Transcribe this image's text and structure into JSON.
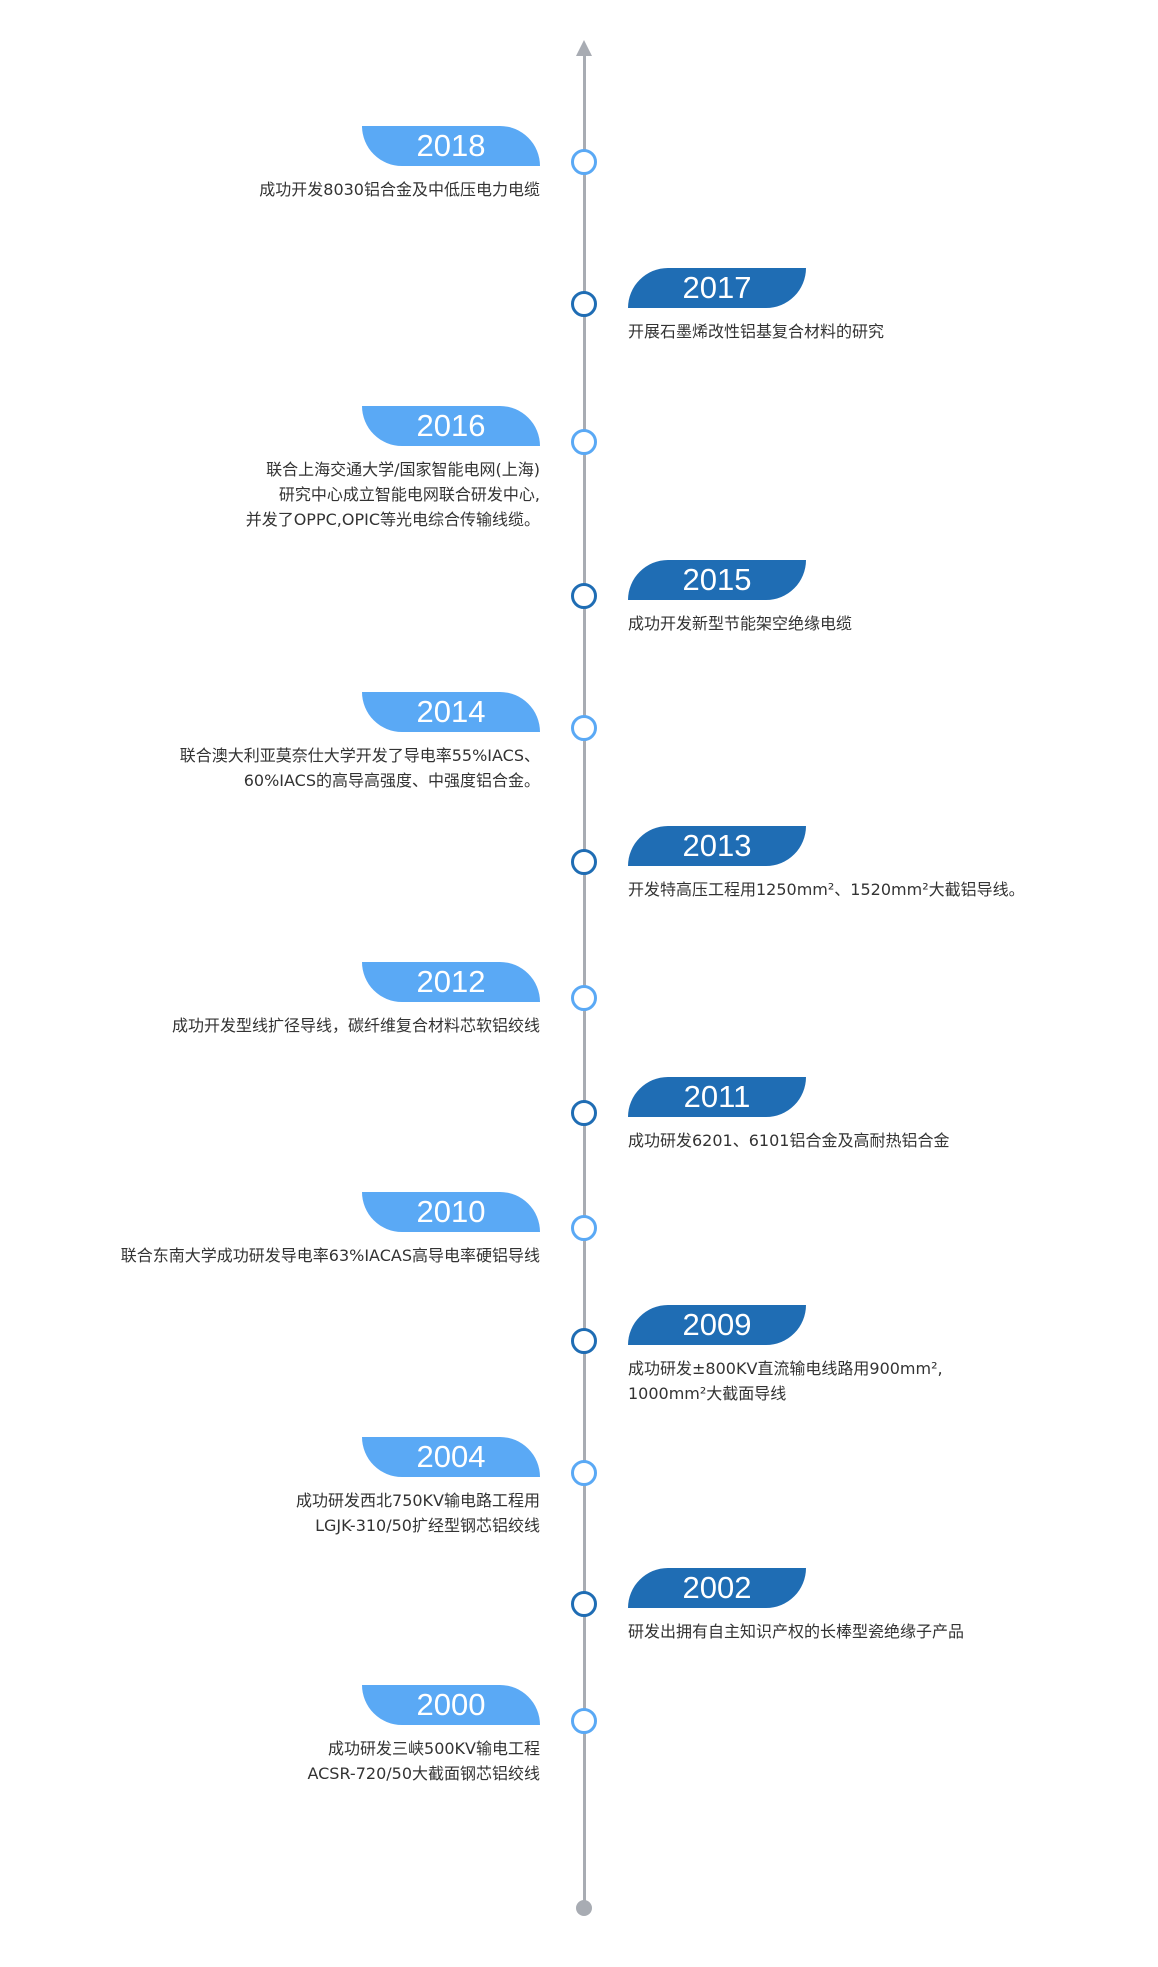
{
  "milestones": [
    {
      "year": "2018",
      "lines": [
        "成功开发8030铝合金及中低压电力电缆"
      ]
    },
    {
      "year": "2017",
      "lines": [
        "开展石墨烯改性铝基复合材料的研究"
      ]
    },
    {
      "year": "2016",
      "lines": [
        "联合上海交通大学/国家智能电网(上海)",
        "研究中心成立智能电网联合研发中心,",
        "并发了OPPC,OPIC等光电综合传输线缆。"
      ]
    },
    {
      "year": "2015",
      "lines": [
        "成功开发新型节能架空绝缘电缆"
      ]
    },
    {
      "year": "2014",
      "lines": [
        "联合澳大利亚莫奈仕大学开发了导电率55%IACS、",
        "60%IACS的高导高强度、中强度铝合金。"
      ]
    },
    {
      "year": "2013",
      "lines": [
        "开发特高压工程用1250mm²、1520mm²大截铝导线。"
      ]
    },
    {
      "year": "2012",
      "lines": [
        "成功开发型线扩径导线，碳纤维复合材料芯软铝绞线"
      ]
    },
    {
      "year": "2011",
      "lines": [
        "成功研发6201、6101铝合金及高耐热铝合金"
      ]
    },
    {
      "year": "2010",
      "lines": [
        "联合东南大学成功研发导电率63%IACAS高导电率硬铝导线"
      ]
    },
    {
      "year": "2009",
      "lines": [
        "成功研发±800KV直流输电线路用900mm²,",
        "1000mm²大截面导线"
      ]
    },
    {
      "year": "2004",
      "lines": [
        "成功研发西北750KV输电路工程用",
        "LGJK-310/50扩经型钢芯铝绞线"
      ]
    },
    {
      "year": "2002",
      "lines": [
        "研发出拥有自主知识产权的长棒型瓷绝缘子产品"
      ]
    },
    {
      "year": "2000",
      "lines": [
        "成功研发三峡500KV输电工程",
        "ACSR-720/50大截面钢芯铝绞线"
      ]
    }
  ],
  "colors": {
    "left_accent": "#5aa9f5",
    "right_accent": "#1f6db4",
    "axis": "#a8acb3"
  }
}
